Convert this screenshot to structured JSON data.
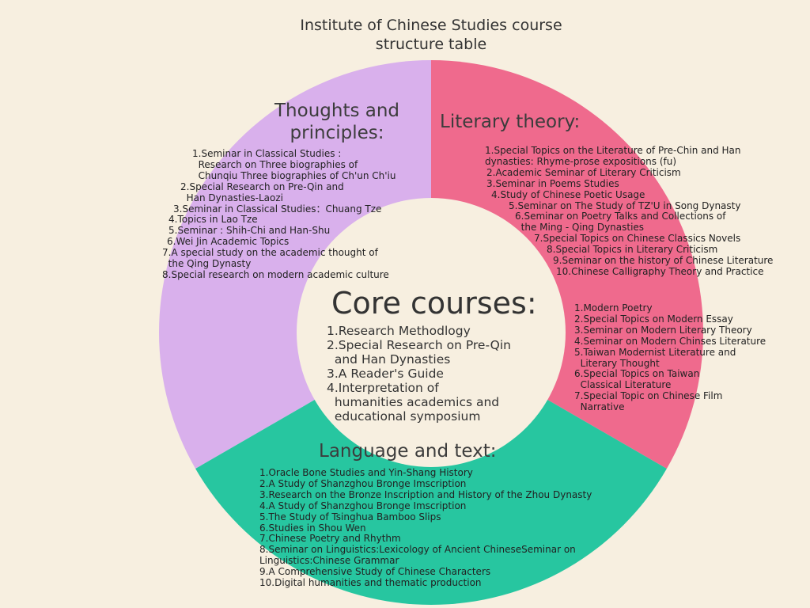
{
  "title": "Institute of Chinese Studies course\nstructure table",
  "colors": {
    "background": "#f7efe0",
    "thoughts": "#d9b0ec",
    "literary": "#ef6a8d",
    "language": "#27c6a0",
    "center": "#f7efe0"
  },
  "core": {
    "heading": "Core courses:",
    "items": [
      "1.Research Methodlogy",
      "2.Special Research on Pre-Qin\n  and Han Dynasties",
      "3.A Reader's Guide",
      "4.Interpretation of\n  humanities academics and\n  educational symposium"
    ]
  },
  "thoughts": {
    "heading": "Thoughts and\nprinciples:",
    "items": [
      "1.Seminar in Classical Studies :\n  Research on Three biographies of\n  Chunqiu Three biographies of Ch'un Ch'iu",
      "2.Special Research on Pre-Qin and\n  Han Dynasties-Laozi",
      "3.Seminar in Classical Studies：Chuang Tze",
      "4.Topics in Lao Tze",
      "5.Seminar : Shih-Chi and Han-Shu",
      "6.Wei Jin Academic Topics",
      "7.A special study on the academic thought of\n  the Qing Dynasty",
      "8.Special research on modern academic culture"
    ]
  },
  "literary": {
    "heading": "Literary theory:",
    "items": [
      "1.Special Topics on the Literature of Pre-Chin and Han\ndynasties: Rhyme-prose expositions (fu)",
      "2.Academic Seminar of Literary Criticism",
      "3.Seminar in Poems Studies",
      "4.Study of Chinese Poetic Usage",
      "5.Seminar on The Study of TZ'U in Song Dynasty",
      "6.Seminar on Poetry Talks and Collections of\n  the Ming - Qing Dynasties",
      "7.Special Topics on Chinese Classics Novels",
      "8.Special Topics in Literary Criticism",
      "9.Seminar on the history of Chinese Literature",
      "10.Chinese Calligraphy Theory and Practice"
    ],
    "modern_items": [
      "1.Modern Poetry",
      "2.Special Topics on Modern Essay",
      "3.Seminar on Modern Literary Theory",
      "4.Seminar on Modern Chinses Literature",
      "5.Taiwan Modernist Literature and\n  Literary Thought",
      "6.Special Topics on Taiwan\n  Classical Literature",
      "7.Special Topic on Chinese Film\n  Narrative"
    ]
  },
  "language": {
    "heading": "Language and text:",
    "items": [
      "1.Oracle Bone Studies and Yin-Shang History",
      "2.A Study of Shanzghou Bronge Imscription",
      "3.Research on the Bronze Inscription and History of the Zhou Dynasty",
      "4.A Study of Shanzghou Bronge Imscription",
      "5.The Study of Tsinghua Bamboo Slips",
      "6.Studies in Shou Wen",
      "7.Chinese Poetry and Rhythm",
      "8.Seminar on Linguistics:Lexicology of Ancient ChineseSeminar on\nLinguistics:Chinese Grammar",
      "9.A Comprehensive Study of Chinese Characters",
      "10.Digital humanities and thematic production"
    ]
  }
}
